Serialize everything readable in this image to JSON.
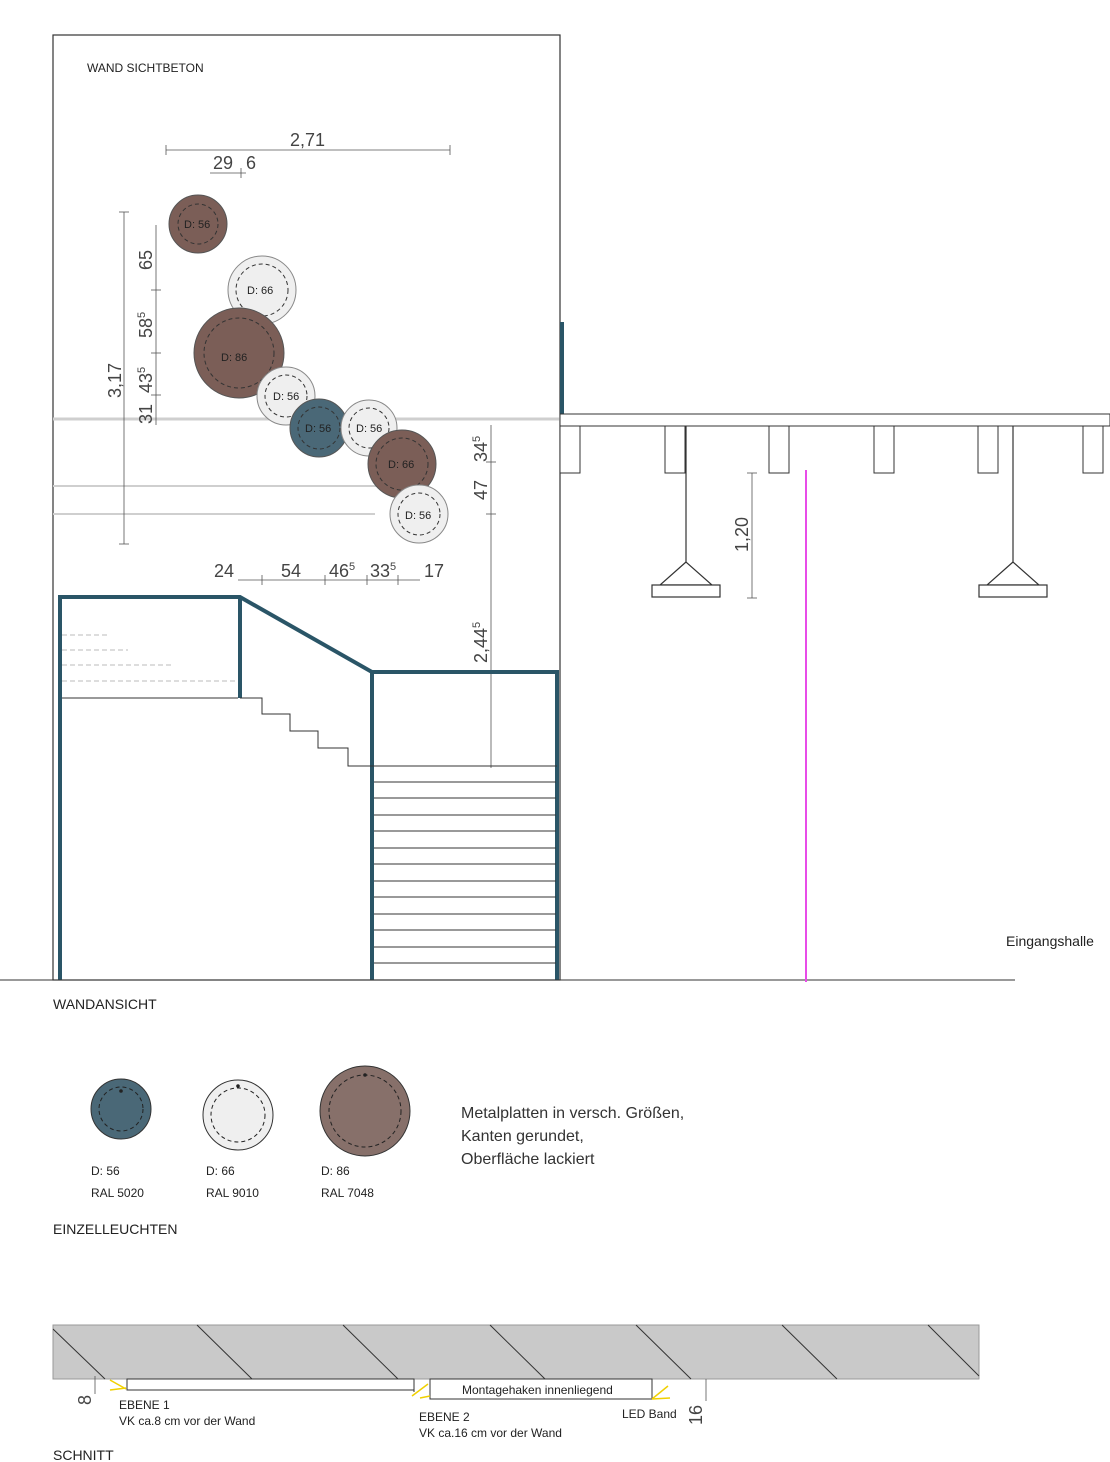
{
  "wall_label": "WAND SICHTBETON",
  "view_title": "WANDANSICHT",
  "entrance_label": "Eingangshalle",
  "dimensions": {
    "top_total": "2,71",
    "top_a": "29",
    "top_b": "6",
    "vertical_total": "3,17",
    "v1": "65",
    "v2": "58",
    "v2_sup": "5",
    "v3": "43",
    "v3_sup": "5",
    "v4": "31",
    "right_a": "34",
    "right_a_sup": "5",
    "right_b": "47",
    "right_c": "2,44",
    "right_c_sup": "5",
    "bottom_1": "24",
    "bottom_2": "54",
    "bottom_3": "46",
    "bottom_3_sup": "5",
    "bottom_4": "33",
    "bottom_4_sup": "5",
    "bottom_5": "17",
    "pendant_height": "1,20"
  },
  "lamps": [
    {
      "label": "D: 56",
      "color": "#7b5e57"
    },
    {
      "label": "D: 66",
      "color": "#efefef"
    },
    {
      "label": "D: 86",
      "color": "#7b5e57"
    },
    {
      "label": "D: 56",
      "color": "#efefef"
    },
    {
      "label": "D: 56",
      "color": "#4a6877"
    },
    {
      "label": "D: 56",
      "color": "#efefef"
    },
    {
      "label": "D: 66",
      "color": "#7b5e57"
    },
    {
      "label": "D: 56",
      "color": "#efefef"
    }
  ],
  "legend": {
    "title": "EINZELLEUCHTEN",
    "items": [
      {
        "size": "D: 56",
        "ral": "RAL 5020",
        "color": "#4a6877"
      },
      {
        "size": "D: 66",
        "ral": "RAL 9010",
        "color": "#efefef"
      },
      {
        "size": "D: 86",
        "ral": "RAL 7048",
        "color": "#87706a"
      }
    ],
    "description": [
      "Metalplatten in versch. Größen,",
      "Kanten gerundet,",
      "Oberfläche lackiert"
    ]
  },
  "section": {
    "title": "SCHNITT",
    "dim_left": "8",
    "dim_right": "16",
    "hook_label": "Montagehaken innenliegend",
    "led_label": "LED Band",
    "level1_title": "EBENE 1",
    "level1_desc": "VK ca.8 cm vor der Wand",
    "level2_title": "EBENE 2",
    "level2_desc": "VK ca.16 cm vor der Wand"
  },
  "colors": {
    "blue": "#4a6877",
    "brown": "#7b5e57",
    "white": "#efefef",
    "frame_blue": "#2a5567",
    "magenta": "#e84ce8"
  }
}
